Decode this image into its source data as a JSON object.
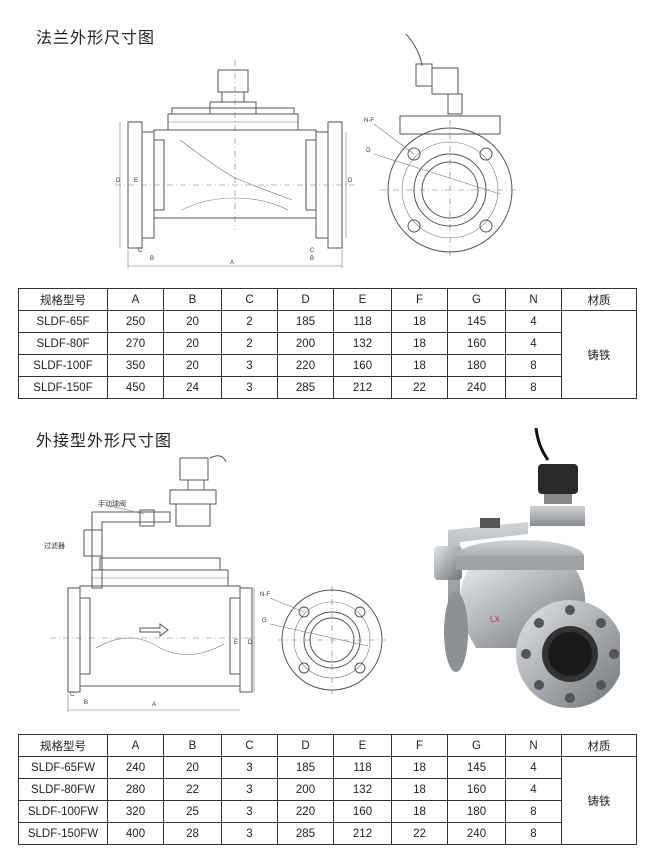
{
  "section1": {
    "title": "法兰外形尺寸图",
    "labels": {
      "nf": "N-F",
      "g": "G",
      "d": "D",
      "e": "E",
      "c": "C",
      "b": "B",
      "a": "A"
    },
    "table": {
      "headers": [
        "规格型号",
        "A",
        "B",
        "C",
        "D",
        "E",
        "F",
        "G",
        "N",
        "材质"
      ],
      "rows": [
        [
          "SLDF-65F",
          "250",
          "20",
          "2",
          "185",
          "118",
          "18",
          "145",
          "4"
        ],
        [
          "SLDF-80F",
          "270",
          "20",
          "2",
          "200",
          "132",
          "18",
          "160",
          "4"
        ],
        [
          "SLDF-100F",
          "350",
          "20",
          "3",
          "220",
          "160",
          "18",
          "180",
          "8"
        ],
        [
          "SLDF-150F",
          "450",
          "24",
          "3",
          "285",
          "212",
          "22",
          "240",
          "8"
        ]
      ],
      "material": "铸铁"
    }
  },
  "section2": {
    "title": "外接型外形尺寸图",
    "labels": {
      "manual_ball_valve": "手动球阀",
      "filter": "过滤器",
      "nf": "N-F",
      "g": "G",
      "d": "D",
      "e": "E",
      "c": "C",
      "b": "B",
      "a": "A"
    },
    "table": {
      "headers": [
        "规格型号",
        "A",
        "B",
        "C",
        "D",
        "E",
        "F",
        "G",
        "N",
        "材质"
      ],
      "rows": [
        [
          "SLDF-65FW",
          "240",
          "20",
          "3",
          "185",
          "118",
          "18",
          "145",
          "4"
        ],
        [
          "SLDF-80FW",
          "280",
          "22",
          "3",
          "200",
          "132",
          "18",
          "160",
          "4"
        ],
        [
          "SLDF-100FW",
          "320",
          "25",
          "3",
          "220",
          "160",
          "18",
          "180",
          "8"
        ],
        [
          "SLDF-150FW",
          "400",
          "28",
          "3",
          "285",
          "212",
          "22",
          "240",
          "8"
        ]
      ],
      "material": "铸铁"
    }
  }
}
